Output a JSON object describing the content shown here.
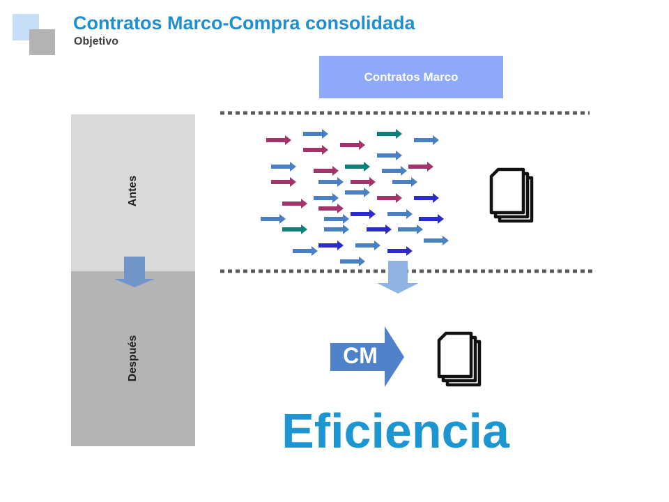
{
  "header": {
    "title": "Contratos Marco-Compra consolidada",
    "subtitle": "Objetivo"
  },
  "diagram": {
    "top_box_label": "Contratos Marco",
    "phase_before_label": "Antes",
    "phase_after_label": "Después",
    "cm_arrow_label": "CM",
    "result_label": "Eficiencia"
  },
  "icons": {
    "before_documents": "documents-stack-icon",
    "after_documents": "documents-stack-icon",
    "phase_arrow": "down-arrow-icon",
    "process_arrow": "down-arrow-icon"
  },
  "colors": {
    "title": "#1f8fd0",
    "result": "#1c95d1",
    "box": "#8ea9f7",
    "arrow_maroon": "#a3336b",
    "arrow_blue": "#4a7fc2",
    "arrow_teal": "#0f7f7a",
    "arrow_navy": "#2b2bc8",
    "band_before": "#d9d9d9",
    "band_after": "#b4b4b4"
  }
}
